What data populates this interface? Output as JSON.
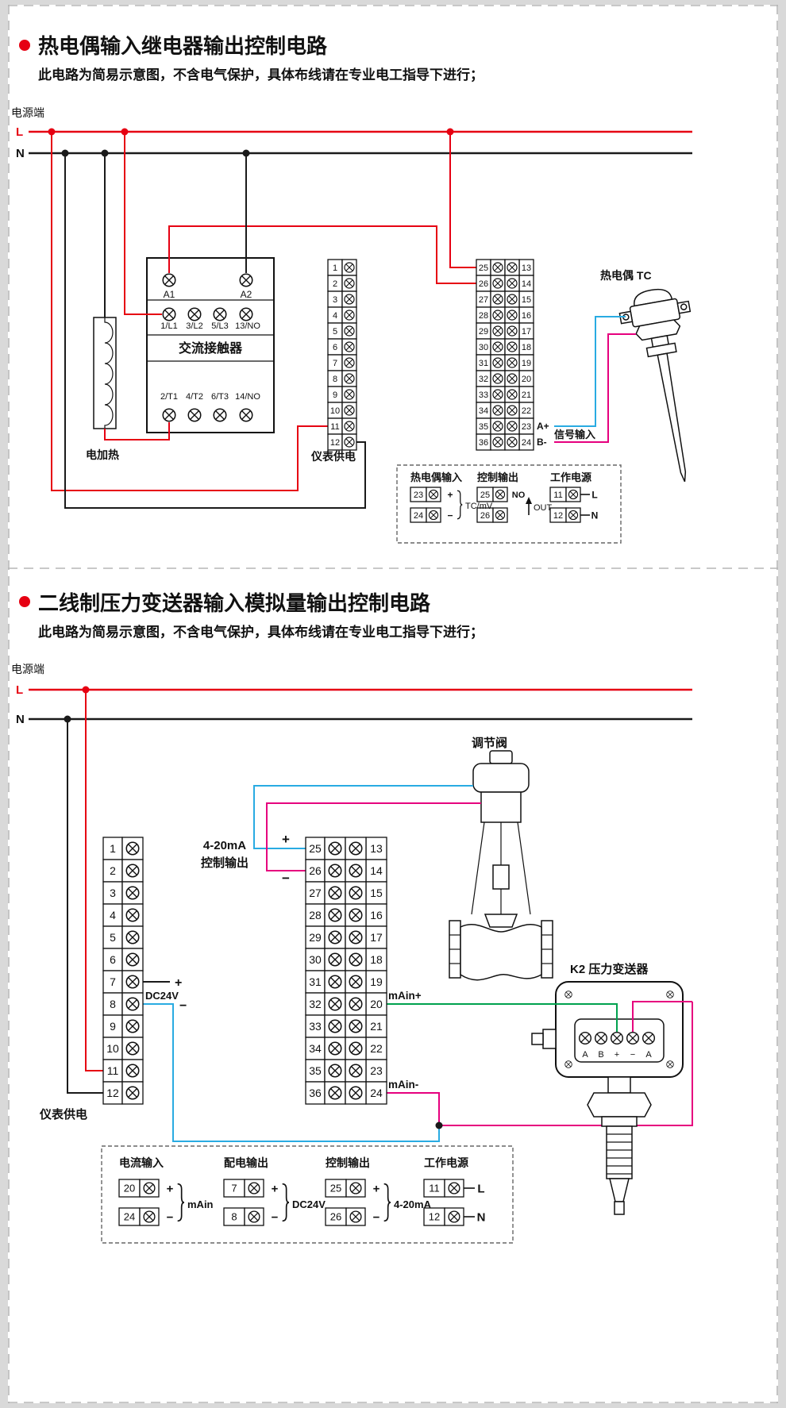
{
  "colors": {
    "accent_red": "#e60012",
    "wire_red": "#e60012",
    "wire_black": "#1a1a1a",
    "wire_blue": "#29abe2",
    "wire_magenta": "#e6007e",
    "wire_green": "#00a14e",
    "border_gray": "#b5b5b5",
    "text": "#111111"
  },
  "section1": {
    "title": "热电偶输入继电器输出控制电路",
    "subtitle": "此电路为简易示意图，不含电气保护，具体布线请在专业电工指导下进行；",
    "power": {
      "label": "电源端",
      "l": "L",
      "n": "N"
    },
    "contactor": {
      "label": "交流接触器",
      "a1": "A1",
      "a2": "A2",
      "top": [
        "1/L1",
        "3/L2",
        "5/L3",
        "13/NO"
      ],
      "bottom": [
        "2/T1",
        "4/T2",
        "6/T3",
        "14/NO"
      ]
    },
    "heater_label": "电加热",
    "meter_power_label": "仪表供电",
    "tc_label": "热电偶 TC",
    "signal_label": "信号输入",
    "a_plus": "A+",
    "b_minus": "B-",
    "strips": {
      "left": [
        "1",
        "2",
        "3",
        "4",
        "5",
        "6",
        "7",
        "8",
        "9",
        "10",
        "11",
        "12"
      ],
      "mid": [
        "25",
        "26",
        "27",
        "28",
        "29",
        "30",
        "31",
        "32",
        "33",
        "34",
        "35",
        "36"
      ],
      "right": [
        "13",
        "14",
        "15",
        "16",
        "17",
        "18",
        "19",
        "20",
        "21",
        "22",
        "23",
        "24"
      ]
    },
    "legend": {
      "tc_input": {
        "title": "热电偶输入",
        "rows": [
          {
            "n": "23",
            "s": "+"
          },
          {
            "n": "24",
            "s": "−"
          }
        ],
        "note": "TC/mV"
      },
      "ctrl_output": {
        "title": "控制输出",
        "rows": [
          {
            "n": "25",
            "s": "NO"
          },
          {
            "n": "26",
            "s": ""
          }
        ],
        "note": "OUT"
      },
      "work_power": {
        "title": "工作电源",
        "rows": [
          {
            "n": "11",
            "s": "L"
          },
          {
            "n": "12",
            "s": "N"
          }
        ]
      }
    }
  },
  "section2": {
    "title": "二线制压力变送器输入模拟量输出控制电路",
    "subtitle": "此电路为简易示意图，不含电气保护，具体布线请在专业电工指导下进行；",
    "power": {
      "label": "电源端",
      "l": "L",
      "n": "N"
    },
    "valve_label": "调节阀",
    "transmitter_label": "K2 压力变送器",
    "transmitter_terminals": [
      "A",
      "B",
      "+",
      "−",
      "A"
    ],
    "output_line1": "4-20mA",
    "output_line2": "控制输出",
    "out_plus": "+",
    "out_minus": "−",
    "dc_plus": "+",
    "dc_minus": "−",
    "dc_label": "DC24V",
    "main_plus": "mAin+",
    "main_minus": "mAin-",
    "meter_power_label": "仪表供电",
    "strips": {
      "left": [
        "1",
        "2",
        "3",
        "4",
        "5",
        "6",
        "7",
        "8",
        "9",
        "10",
        "11",
        "12"
      ],
      "mid": [
        "25",
        "26",
        "27",
        "28",
        "29",
        "30",
        "31",
        "32",
        "33",
        "34",
        "35",
        "36"
      ],
      "right": [
        "13",
        "14",
        "15",
        "16",
        "17",
        "18",
        "19",
        "20",
        "21",
        "22",
        "23",
        "24"
      ]
    },
    "legend": {
      "current_input": {
        "title": "电流输入",
        "rows": [
          {
            "n": "20",
            "s": "+"
          },
          {
            "n": "24",
            "s": "−"
          }
        ],
        "note": "mAin"
      },
      "supply_output": {
        "title": "配电输出",
        "rows": [
          {
            "n": "7",
            "s": "+"
          },
          {
            "n": "8",
            "s": "−"
          }
        ],
        "note": "DC24V"
      },
      "ctrl_output": {
        "title": "控制输出",
        "rows": [
          {
            "n": "25",
            "s": "+"
          },
          {
            "n": "26",
            "s": "−"
          }
        ],
        "note": "4-20mA"
      },
      "work_power": {
        "title": "工作电源",
        "rows": [
          {
            "n": "11",
            "s": "L"
          },
          {
            "n": "12",
            "s": "N"
          }
        ]
      }
    }
  }
}
